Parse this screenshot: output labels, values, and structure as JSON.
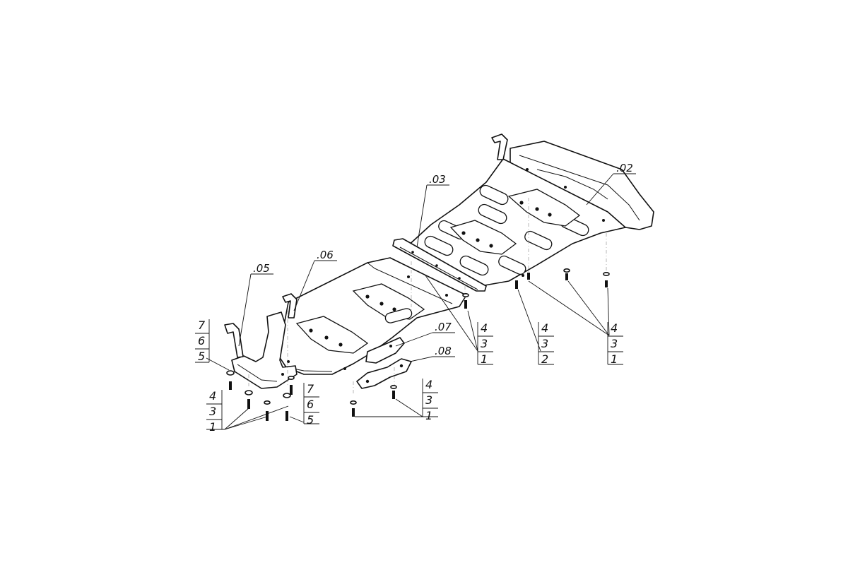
{
  "parts": {
    "p02": ".02",
    "p03": ".03",
    "p05": ".05",
    "p06": ".06",
    "p07": ".07",
    "p08": ".08"
  },
  "stacks": {
    "s1": [
      "7",
      "6",
      "5"
    ],
    "s2": [
      "4",
      "3",
      "1"
    ],
    "s3": [
      "7",
      "6",
      "5"
    ],
    "s4": [
      "4",
      "3",
      "1"
    ],
    "s5": [
      "4",
      "3",
      "1"
    ],
    "s6": [
      "4",
      "3",
      "2"
    ],
    "s7": [
      "4",
      "3",
      "1"
    ]
  }
}
